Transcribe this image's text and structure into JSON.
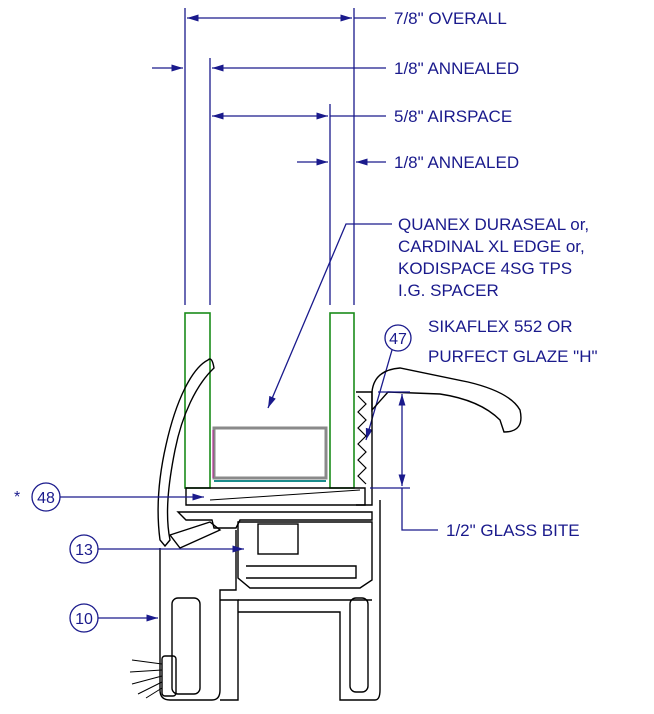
{
  "dimensions": {
    "overall": "7/8\" OVERALL",
    "annealed_outer": "1/8\" ANNEALED",
    "airspace": "5/8\" AIRSPACE",
    "annealed_inner": "1/8\" ANNEALED",
    "glass_bite": "1/2\" GLASS BITE"
  },
  "notes": {
    "spacer": [
      "QUANEX DURASEAL or,",
      "CARDINAL XL EDGE or,",
      "KODISPACE 4SG TPS",
      "I.G. SPACER"
    ],
    "sealant": [
      "SIKAFLEX 552 OR",
      "PURFECT GLAZE \"H\""
    ]
  },
  "callouts": {
    "sealant": "47",
    "setting_block": "48",
    "setting_block_mark": "*",
    "glazing_bead": "13",
    "sash_profile": "10"
  },
  "colors": {
    "annotation": "#1a1a8c",
    "glass": "#1a8c1a",
    "spacer": "#8a8a8a",
    "profile": "#000000"
  }
}
